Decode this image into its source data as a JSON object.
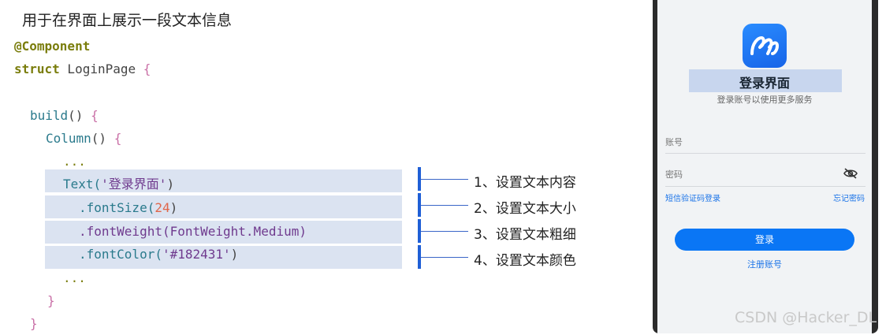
{
  "slide_title": "用于在界面上展示一段文本信息",
  "code": {
    "decorator": "@Component",
    "struct_kw": "struct",
    "struct_name": " LoginPage ",
    "open_brace": "{",
    "build": "build",
    "build_parens": "() ",
    "column": "Column",
    "column_parens": "() ",
    "dots": "...",
    "text_call": "Text(",
    "text_arg": "'登录界面'",
    "text_close": ")",
    "fontsize_call": ".fontSize(",
    "fontsize_arg": "24",
    "fontsize_close": ")",
    "fontweight_line": ".fontWeight(FontWeight.Medium)",
    "fontcolor_call": ".fontColor(",
    "fontcolor_arg": "'#182431'",
    "fontcolor_close": ")",
    "close_brace": "}"
  },
  "annotations": [
    "1、设置文本内容",
    "2、设置文本大小",
    "3、设置文本粗细",
    "4、设置文本颜色"
  ],
  "phone": {
    "title": "登录界面",
    "subtitle": "登录账号以使用更多服务",
    "account_label": "账号",
    "password_label": "密码",
    "sms_login": "短信验证码登录",
    "forgot_password": "忘记密码",
    "login_button": "登录",
    "register": "注册账号",
    "title_color": "#182431",
    "accent": "#0a76f5"
  },
  "watermark": "CSDN @Hacker_DL"
}
